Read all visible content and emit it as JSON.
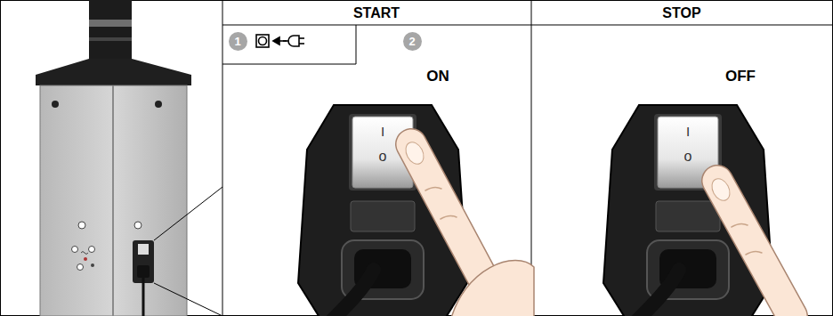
{
  "diagram": {
    "nodes": [
      {
        "text": [
          "1"
        ]
      },
      {
        "text": [
          "2"
        ]
      }
    ],
    "labels": [
      "START",
      "STOP",
      "ON",
      "OFF",
      "I",
      "o",
      "I",
      "o"
    ]
  }
}
